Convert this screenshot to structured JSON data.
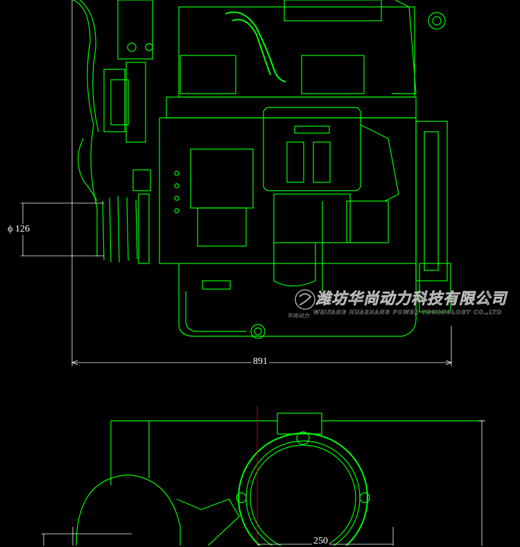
{
  "drawing": {
    "dimensions": {
      "pulley_diameter": "ϕ 126",
      "overall_width": "891",
      "lower_width": "250"
    },
    "watermark": {
      "company_cn": "潍坊华尚动力科技有限公司",
      "company_en": "WEIFANG HUASHANG POWER TECHNOLOGY CO.,LTD",
      "brand_small": "华尚动力"
    },
    "colors": {
      "linework": "#00ff00",
      "dimension": "#ffffff",
      "centerline": "#ff0000",
      "background": "#000000"
    }
  }
}
